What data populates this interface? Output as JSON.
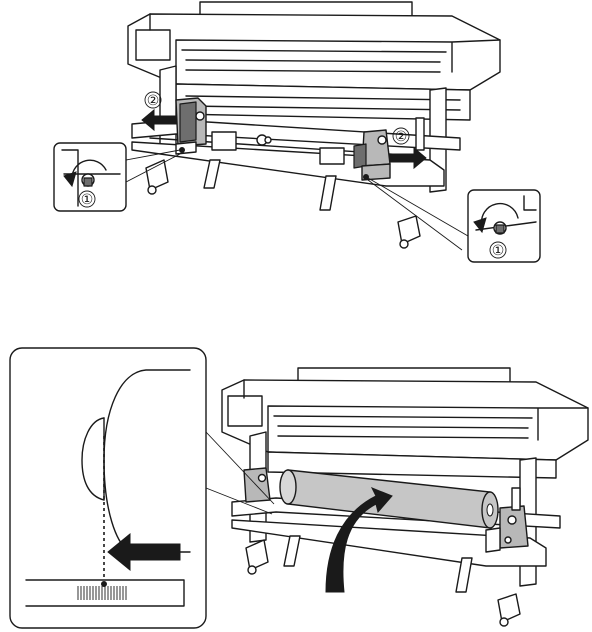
{
  "figure_top": {
    "markers": {
      "left_turn": "①",
      "left_slide": "②",
      "right_slide": "②",
      "right_turn": "①"
    }
  },
  "figure_bottom": {},
  "colors": {
    "ink": "#1a1a1a",
    "holder_gray": "#b8b8b8",
    "holder_dark": "#6e6e6e",
    "roll_gray": "#c6c6c6"
  }
}
